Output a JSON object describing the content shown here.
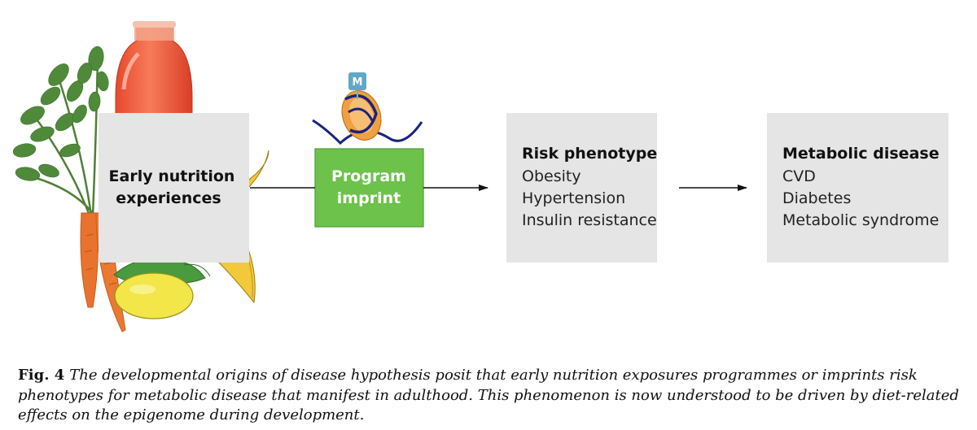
{
  "boxes": {
    "early_nutrition": {
      "line1": "Early nutrition",
      "line2": "experiences"
    },
    "program_imprint": {
      "line1": "Program",
      "line2": "imprint"
    },
    "risk_phenotype": {
      "title": "Risk phenotype",
      "items": [
        "Obesity",
        "Hypertension",
        "Insulin resistance"
      ]
    },
    "metabolic_disease": {
      "title": "Metabolic disease",
      "items": [
        "CVD",
        "Diabetes",
        "Metabolic syndrome"
      ]
    }
  },
  "methyl_tag": "M",
  "caption": {
    "label": "Fig. 4",
    "text": "The developmental origins of disease hypothesis posit that early nutrition exposures programmes or imprints risk phenotypes for metabolic disease that manifest in adulthood. This phenomenon is now understood to be driven by diet-related effects on the epigenome during development."
  },
  "colors": {
    "gray_box": "#e5e5e5",
    "green_box": "#6cc24a",
    "dna_strand": "#1a237e",
    "histone": "#f0a040",
    "methyl_tag": "#5fa8c8",
    "bottle_juice": "#ef6040",
    "carrot": "#e8732e",
    "lemon": "#f2e648",
    "banana": "#f2c93a"
  }
}
